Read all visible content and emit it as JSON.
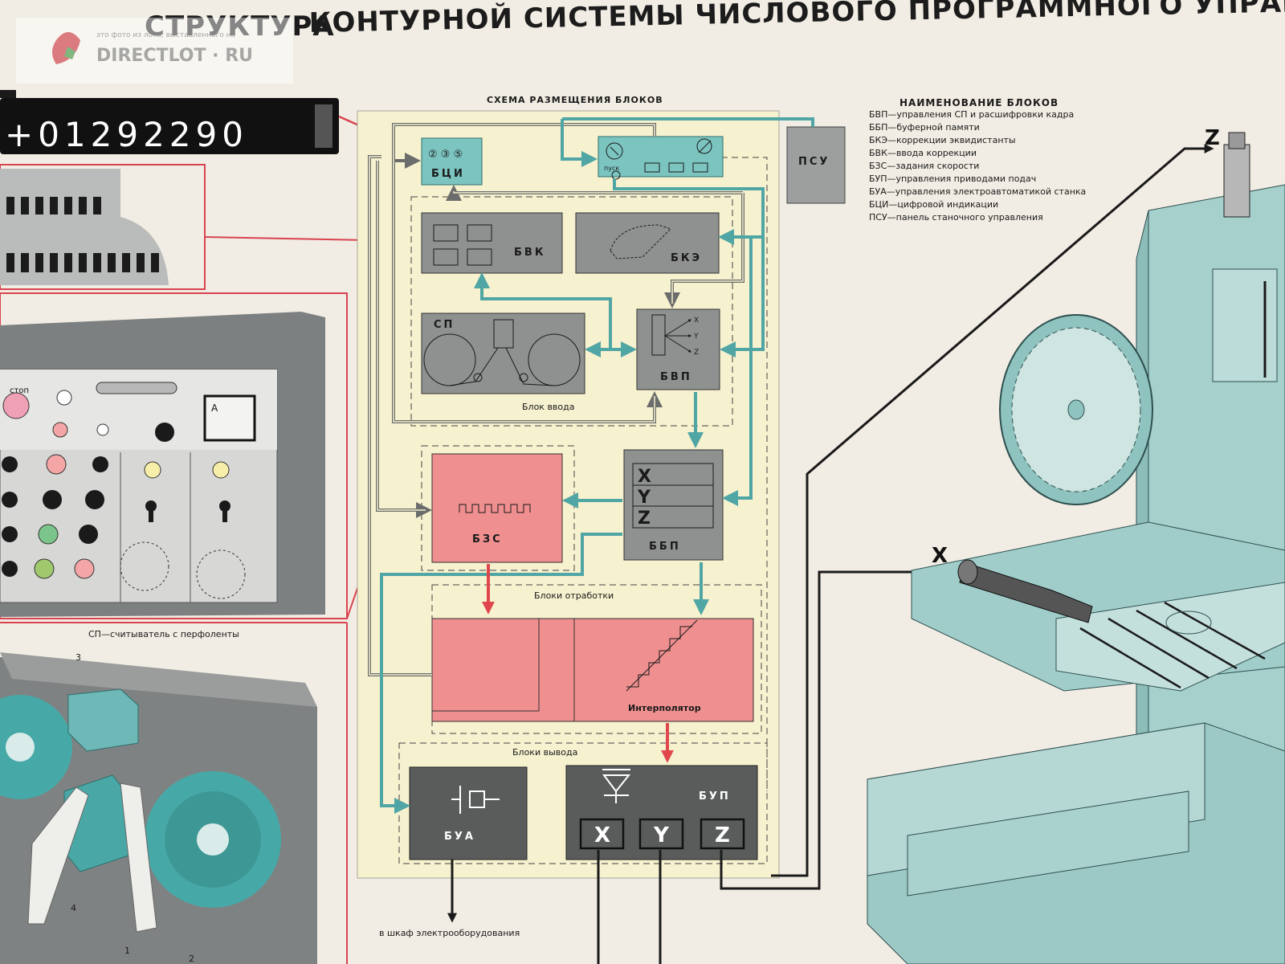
{
  "title": {
    "word1": "СТРУКТУРА",
    "rest": "КОНТУРНОЙ СИСТЕМЫ ЧИСЛОВОГО ПРОГРАММНОГО УПРАВЛЕНИЯ"
  },
  "watermark": {
    "brand": "DIRECTLOT · RU",
    "note": "это фото из лота, выставленного на"
  },
  "display_readout": "+01292290",
  "scheme_title": "СХЕМА РАЗМЕЩЕНИЯ БЛОКОВ",
  "blocks": {
    "bci": "БЦИ",
    "bci_digits": "② ③ ⑤",
    "pusk": "пуск",
    "psu": "ПСУ",
    "bvk": "БВК",
    "bke": "БКЭ",
    "sp": "СП",
    "bvp": "БВП",
    "bvp_axes": [
      "X",
      "Y",
      "Z"
    ],
    "bzs": "БЗС",
    "bbp": "ББП",
    "bbp_axes": [
      "X",
      "Y",
      "Z"
    ],
    "interpolator": "Интерполятор",
    "bua": "БУА",
    "bup": "БУП",
    "bup_axes": [
      "X",
      "Y",
      "Z"
    ]
  },
  "group_labels": {
    "input": "Блок ввода",
    "processing": "Блоки отработки",
    "output": "Блоки вывода"
  },
  "outlet_label": "в шкаф электрооборудования",
  "reader_caption": "СП—считыватель с перфоленты",
  "reader_numbers": [
    "3",
    "4",
    "1",
    "2"
  ],
  "panel_labels": {
    "stop": "стоп",
    "ammeter": "A"
  },
  "legend": {
    "heading": "НАИМЕНОВАНИЕ БЛОКОВ",
    "items": [
      "БВП—управления СП и расшифровки кадра",
      "ББП—буферной памяти",
      "БКЭ—коррекции эквидистанты",
      "БВК—ввода коррекции",
      "БЗС—задания скорости",
      "БУП—управления приводами подач",
      "БУА—управления электроавтоматикой станка",
      "БЦИ—цифровой индикации",
      "ПСУ—панель станочного управления"
    ]
  },
  "machine_axes": {
    "z": "Z",
    "x": "X"
  },
  "colors": {
    "paper": "#f1ede4",
    "scheme_bg": "#f6f1cf",
    "teal": "#5fb3b0",
    "grey_block": "#8f9190",
    "dark_block": "#5a5c5c",
    "pink_block": "#ef8f8f",
    "red_line": "#d9434f",
    "arrow_red": "#e0474c",
    "machine": "#9cc9c6"
  }
}
